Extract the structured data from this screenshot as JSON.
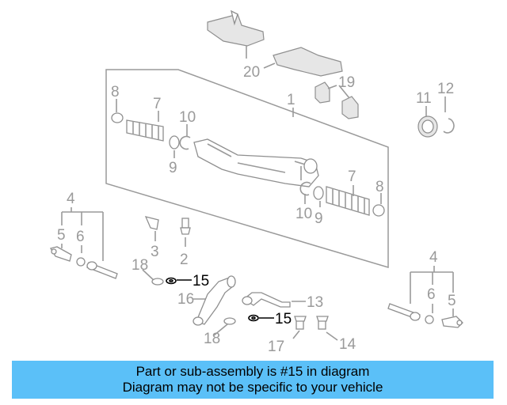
{
  "diagram": {
    "callouts": {
      "c1": "1",
      "c2": "2",
      "c3": "3",
      "c4a": "4",
      "c4b": "4",
      "c5a": "5",
      "c5b": "5",
      "c6a": "6",
      "c6b": "6",
      "c7a": "7",
      "c7b": "7",
      "c8a": "8",
      "c8b": "8",
      "c9a": "9",
      "c9b": "9",
      "c10a": "10",
      "c10b": "10",
      "c11": "11",
      "c12": "12",
      "c13": "13",
      "c14": "14",
      "c15a": "15",
      "c15b": "15",
      "c16": "16",
      "c17": "17",
      "c18a": "18",
      "c18b": "18",
      "c19": "19",
      "c20": "20"
    }
  },
  "banner": {
    "line1": "Part or sub-assembly is #15 in diagram",
    "line2": "Diagram may not be specific to your vehicle",
    "color": "#5bc0f8"
  }
}
